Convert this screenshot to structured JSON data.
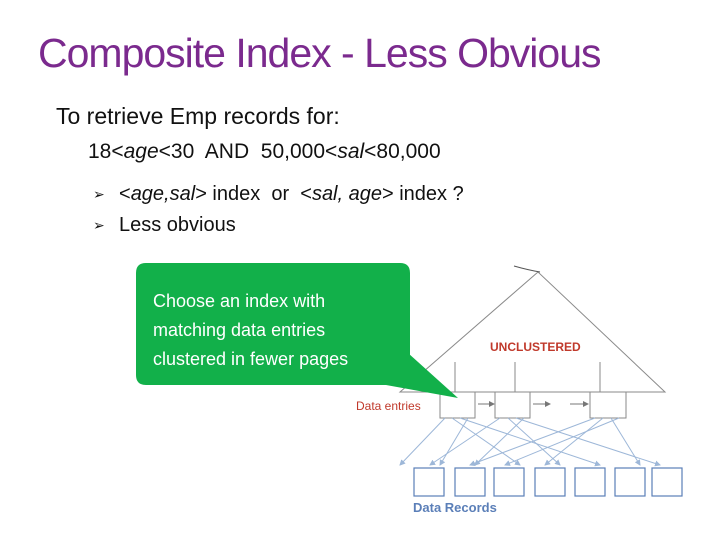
{
  "slide": {
    "title": "Composite Index - Less Obvious",
    "intro": "To retrieve Emp records for:",
    "condition": "18<age<30 AND 50,000<sal<80,000",
    "bullets": [
      "<age,sal> index or <sal,age> index ?",
      "Less obvious"
    ],
    "callout": "Choose an index with matching data entries clustered in fewer pages"
  },
  "diagram": {
    "unclustered_label": "UNCLUSTERED",
    "data_entries_label": "Data entries",
    "data_records_label": "Data Records"
  },
  "colors": {
    "title": "#7b2a8e",
    "callout": "#12b04a",
    "diagram_label": "#c0392b",
    "records_label": "#5b7fb8",
    "arrows": "#9db7d8"
  },
  "icons": {
    "bullet": "arrowhead-bullet-icon"
  }
}
